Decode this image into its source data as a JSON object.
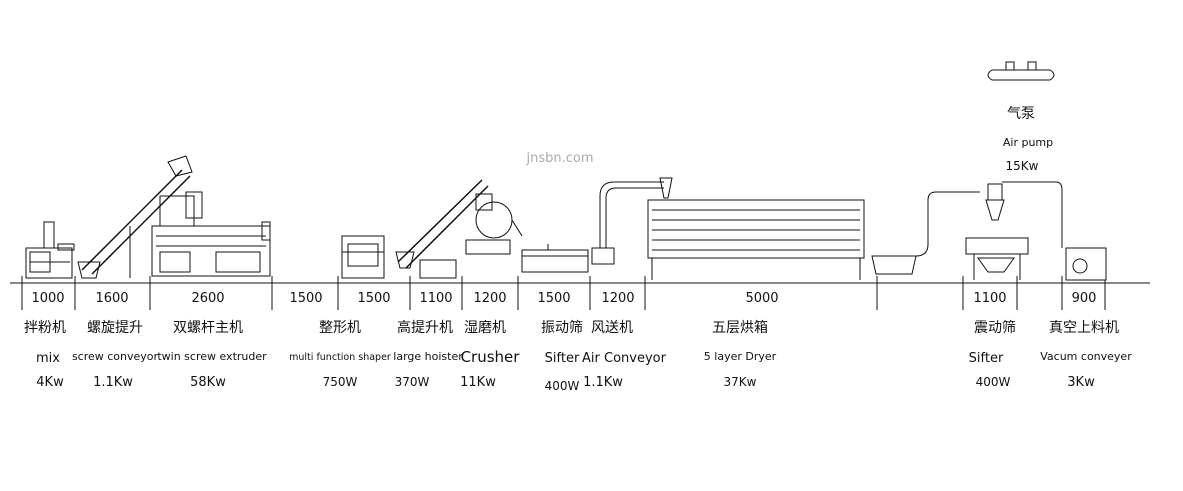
{
  "watermark": "jnsbn.com",
  "air_pump": {
    "cn": "气泵",
    "en": "Air pump",
    "power": "15Kw"
  },
  "stations": [
    {
      "dim": "1000",
      "cn": "拌粉机",
      "en": "mix",
      "power": "4Kw"
    },
    {
      "dim": "1600",
      "cn": "螺旋提升",
      "en": "screw conveyor",
      "power": "1.1Kw"
    },
    {
      "dim": "2600",
      "cn": "双螺杆主机",
      "en": "twin screw extruder",
      "power": "58Kw"
    },
    {
      "dim": "1500",
      "cn": "",
      "en": "",
      "power": ""
    },
    {
      "dim": "1500",
      "cn": "整形机",
      "en": "multi function shaper",
      "power": "750W"
    },
    {
      "dim": "1100",
      "cn": "高提升机",
      "en": "large hoister",
      "power": "370W"
    },
    {
      "dim": "1200",
      "cn": "湿磨机",
      "en": "Crusher",
      "power": "11Kw"
    },
    {
      "dim": "1500",
      "cn": "振动筛",
      "en": "Sifter",
      "power": "400W"
    },
    {
      "dim": "1200",
      "cn": "风送机",
      "en": "Air Conveyor",
      "power": "1.1Kw"
    },
    {
      "dim": "5000",
      "cn": "五层烘箱",
      "en": "5 layer Dryer",
      "power": "37Kw"
    },
    {
      "dim": "1100",
      "cn": "震动筛",
      "en": "Sifter",
      "power": "400W"
    },
    {
      "dim": "900",
      "cn": "真空上料机",
      "en": "Vacum conveyer",
      "power": "3Kw"
    }
  ]
}
